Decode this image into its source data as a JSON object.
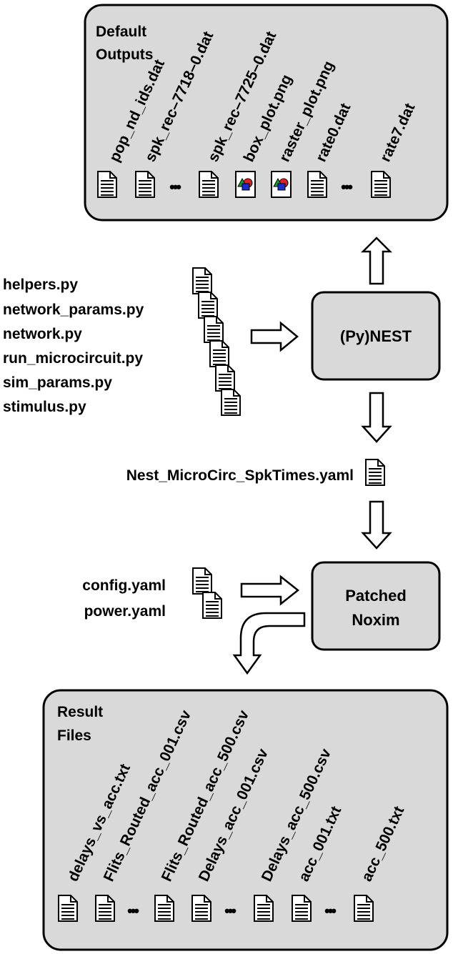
{
  "default_outputs": {
    "title_line1": "Default",
    "title_line2": "Outputs",
    "files": [
      "pop_nd_ids.dat",
      "spk_rec–7718–0.dat",
      "spk_rec–7725–0.dat",
      "box_plot.png",
      "raster_plot.png",
      "rate0.dat",
      "rate7.dat"
    ],
    "ellipsis": "•••"
  },
  "scripts": [
    "helpers.py",
    "network_params.py",
    "network.py",
    "run_microcircuit.py",
    "sim_params.py",
    "stimulus.py"
  ],
  "pynest_label": "(Py)NEST",
  "spike_times_file": "Nest_MicroCirc_SpkTimes.yaml",
  "configs": [
    "config.yaml",
    "power.yaml"
  ],
  "noxim_line1": "Patched",
  "noxim_line2": "Noxim",
  "result_files": {
    "title_line1": "Result",
    "title_line2": "Files",
    "files": [
      "delays_vs_acc.txt",
      "Flits_Routed_acc_001.csv",
      "Flits_Routed_acc_500.csv",
      "Delays_acc_001.csv",
      "Delays_acc_500.csv",
      "acc_001.txt",
      "acc_500.txt"
    ],
    "ellipsis": "•••"
  },
  "colors": {
    "box_fill": "#d9d9d9",
    "stroke": "#000000",
    "shape_red": "#e02020",
    "shape_green": "#1a9a2a",
    "shape_blue": "#1a2bd0"
  }
}
